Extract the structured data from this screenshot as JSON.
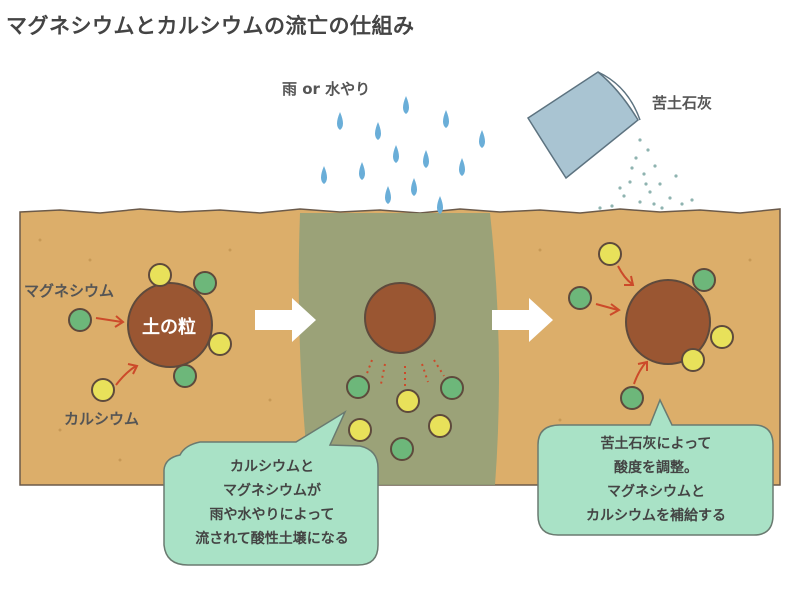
{
  "title": "マグネシウムとカルシウムの流亡の仕組み",
  "labels": {
    "rain": "雨 or 水やり",
    "lime": "苦土石灰",
    "magnesium": "マグネシウム",
    "calcium": "カルシウム",
    "soil_grain": "土の粒"
  },
  "bubble_left": {
    "line1": "カルシウムと",
    "line2": "マグネシウムが",
    "line3": "雨や水やりによって",
    "line4": "流されて酸性土壌になる"
  },
  "bubble_right": {
    "line1": "苦土石灰によって",
    "line2": "酸度を調整。",
    "line3": "マグネシウムと",
    "line4": "カルシウムを補給する"
  },
  "colors": {
    "soil": "#dcae6a",
    "soil_wet": "#8fa07a",
    "grain": "#9a5632",
    "magnesium": "#6db77a",
    "calcium": "#e8e15a",
    "rain": "#6aaed8",
    "bubble": "#a9e2c6",
    "arrow": "#cc4a2a"
  }
}
